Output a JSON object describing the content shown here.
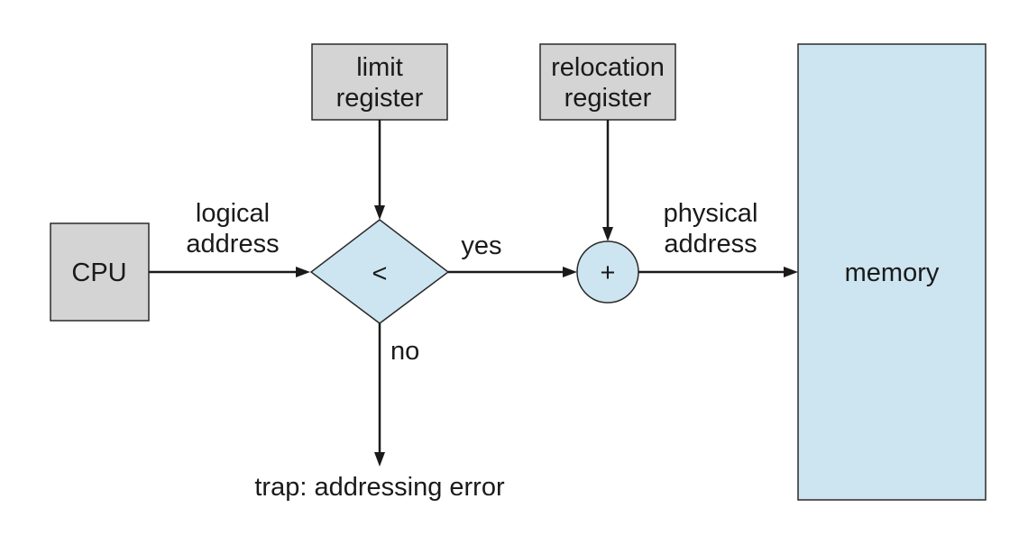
{
  "nodes": {
    "cpu": "CPU",
    "limit_register": [
      "limit",
      "register"
    ],
    "relocation_register": [
      "relocation",
      "register"
    ],
    "comparator": "<",
    "adder": "+",
    "memory": "memory"
  },
  "edge_labels": {
    "logical_address": [
      "logical",
      "address"
    ],
    "physical_address": [
      "physical",
      "address"
    ],
    "yes": "yes",
    "no": "no",
    "trap": "trap: addressing error"
  },
  "colors": {
    "register_fill": "#d4d4d4",
    "unit_fill": "#cde5f0",
    "stroke": "#1a1a1a"
  }
}
